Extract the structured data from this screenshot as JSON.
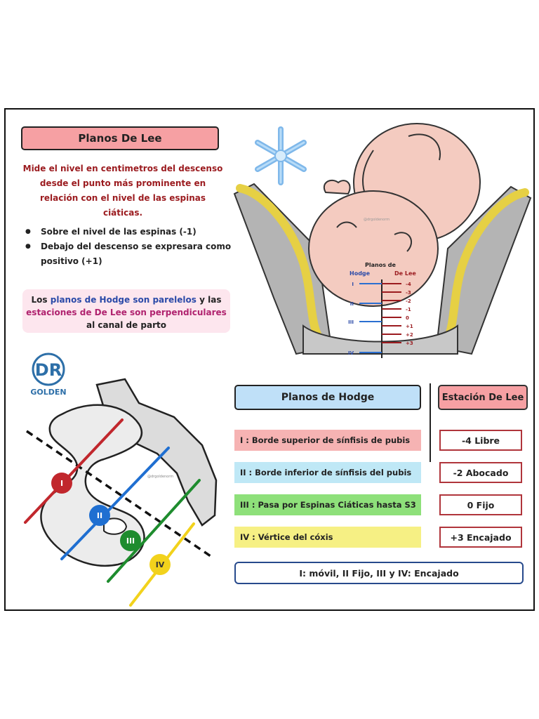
{
  "lee_section": {
    "title": "Planos De Lee",
    "description": "Mide el nivel en centimetros del descenso desde el punto más prominente en relación con el nivel de las espinas ciáticas.",
    "bullets": [
      "Sobre el nivel de las espinas (-1)",
      "Debajo del descenso se expresara como positivo (+1)"
    ]
  },
  "hodge_note": {
    "part1": "Los ",
    "part2": "planos de Hodge son parelelos",
    "part3": " y las ",
    "part4": "estaciones de De Lee son perpendiculares",
    "part5": " al canal de parto"
  },
  "logo": {
    "top": "DR",
    "bottom": "GOLDEN"
  },
  "fetus_diagram": {
    "planos_label": "Planos de",
    "hodge_label": "Hodge",
    "lee_label": "De Lee",
    "hodge_planes": [
      "I",
      "II",
      "III",
      "IV"
    ],
    "lee_stations": [
      "-4",
      "-3",
      "-2",
      "-1",
      "0",
      "+1",
      "+2",
      "+3"
    ],
    "watermark": "@drgoldenorm"
  },
  "pelvis_diagram": {
    "planes": [
      "I",
      "II",
      "III",
      "IV"
    ],
    "plane_colors": [
      "#c1272d",
      "#1f6fd1",
      "#1e8c2e",
      "#f2d21c"
    ],
    "watermark": "@drgoldenorm"
  },
  "hodge_table": {
    "header": "Planos de Hodge",
    "rows": [
      {
        "text": "I : Borde superior de sínfisis de pubis",
        "color": "#f6b3b3"
      },
      {
        "text": "II : Borde inferior de sínfisis del pubis",
        "color": "#bfe8f6"
      },
      {
        "text": "III : Pasa por Espinas Ciáticas hasta S3",
        "color": "#8ee07a"
      },
      {
        "text": "IV : Vértice del cóxis",
        "color": "#f6f084"
      }
    ]
  },
  "lee_table": {
    "header": "Estación De Lee",
    "rows": [
      "-4 Libre",
      "-2 Abocado",
      "0 Fijo",
      "+3 Encajado"
    ]
  },
  "summary": "I: móvil, II Fijo, III y IV: Encajado"
}
